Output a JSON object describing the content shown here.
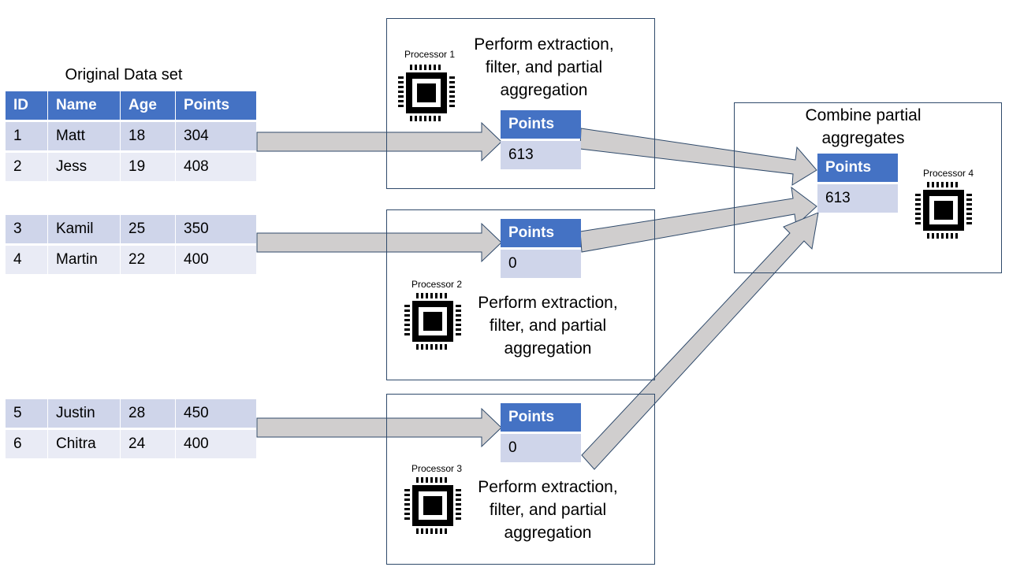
{
  "dataset": {
    "title": "Original Data set",
    "headers": [
      "ID",
      "Name",
      "Age",
      "Points"
    ],
    "groups": [
      [
        [
          "1",
          "Matt",
          "18",
          "304"
        ],
        [
          "2",
          "Jess",
          "19",
          "408"
        ]
      ],
      [
        [
          "3",
          "Kamil",
          "25",
          "350"
        ],
        [
          "4",
          "Martin",
          "22",
          "400"
        ]
      ],
      [
        [
          "5",
          "Justin",
          "28",
          "450"
        ],
        [
          "6",
          "Chitra",
          "24",
          "400"
        ]
      ]
    ]
  },
  "processors": [
    {
      "label": "Processor 1",
      "caption": [
        "Perform extraction,",
        "filter, and partial",
        "aggregation"
      ],
      "points_header": "Points",
      "points_value": "613"
    },
    {
      "label": "Processor 2",
      "caption": [
        "Perform extraction,",
        "filter, and partial",
        "aggregation"
      ],
      "points_header": "Points",
      "points_value": "0"
    },
    {
      "label": "Processor 3",
      "caption": [
        "Perform extraction,",
        "filter, and partial",
        "aggregation"
      ],
      "points_header": "Points",
      "points_value": "0"
    }
  ],
  "combiner": {
    "label": "Processor 4",
    "caption": [
      "Combine partial",
      "aggregates"
    ],
    "points_header": "Points",
    "points_value": "613"
  },
  "colors": {
    "header": "#4472c4",
    "row_dark": "#cfd5ea",
    "row_light": "#e9ebf5",
    "arrow_fill": "#d0cece",
    "arrow_stroke": "#2f4a6b"
  }
}
